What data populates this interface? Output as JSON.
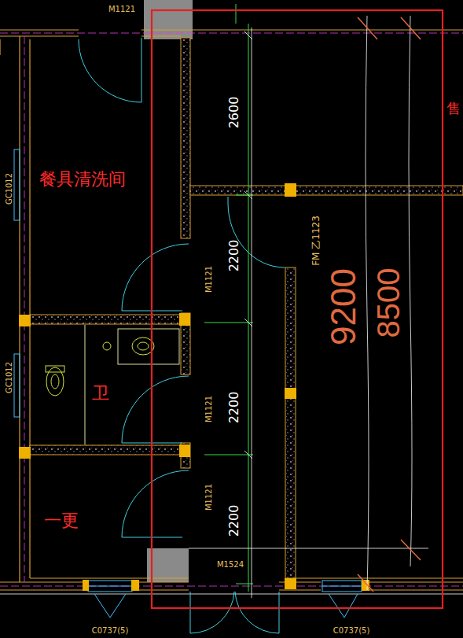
{
  "diagram": {
    "nodes": [
      {
        "text": [
          "餐具清洗间"
        ]
      },
      {
        "text": [
          "卫"
        ]
      },
      {
        "text": [
          "一更"
        ]
      }
    ],
    "labels": [
      "M1121",
      "GC1012",
      "GC1012",
      "2600",
      "2200",
      "M1121",
      "FM 乙1123",
      "9200",
      "8500",
      "2200",
      "M1121",
      "2200",
      "M1121",
      "M1524",
      "C0737(5)",
      "C0737(5)",
      "售"
    ]
  }
}
